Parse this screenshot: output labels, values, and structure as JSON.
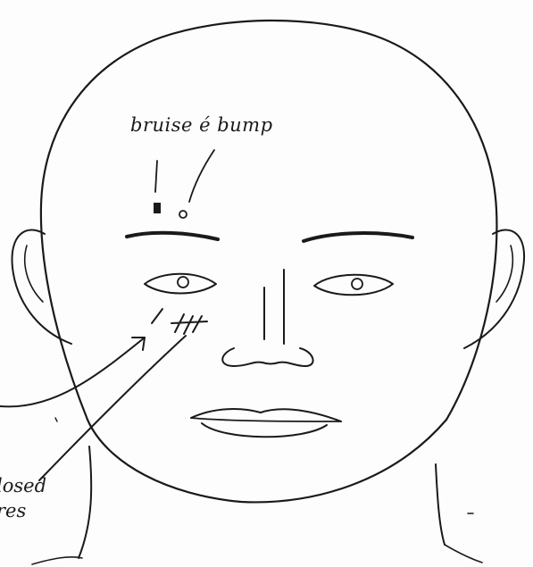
{
  "annotations": {
    "bruise_bump": "bruise é bump",
    "closed_line_1": "losed",
    "closed_line_2": "res"
  },
  "colors": {
    "ink": "#1a1a1a",
    "paper": "#fdfdfd"
  }
}
